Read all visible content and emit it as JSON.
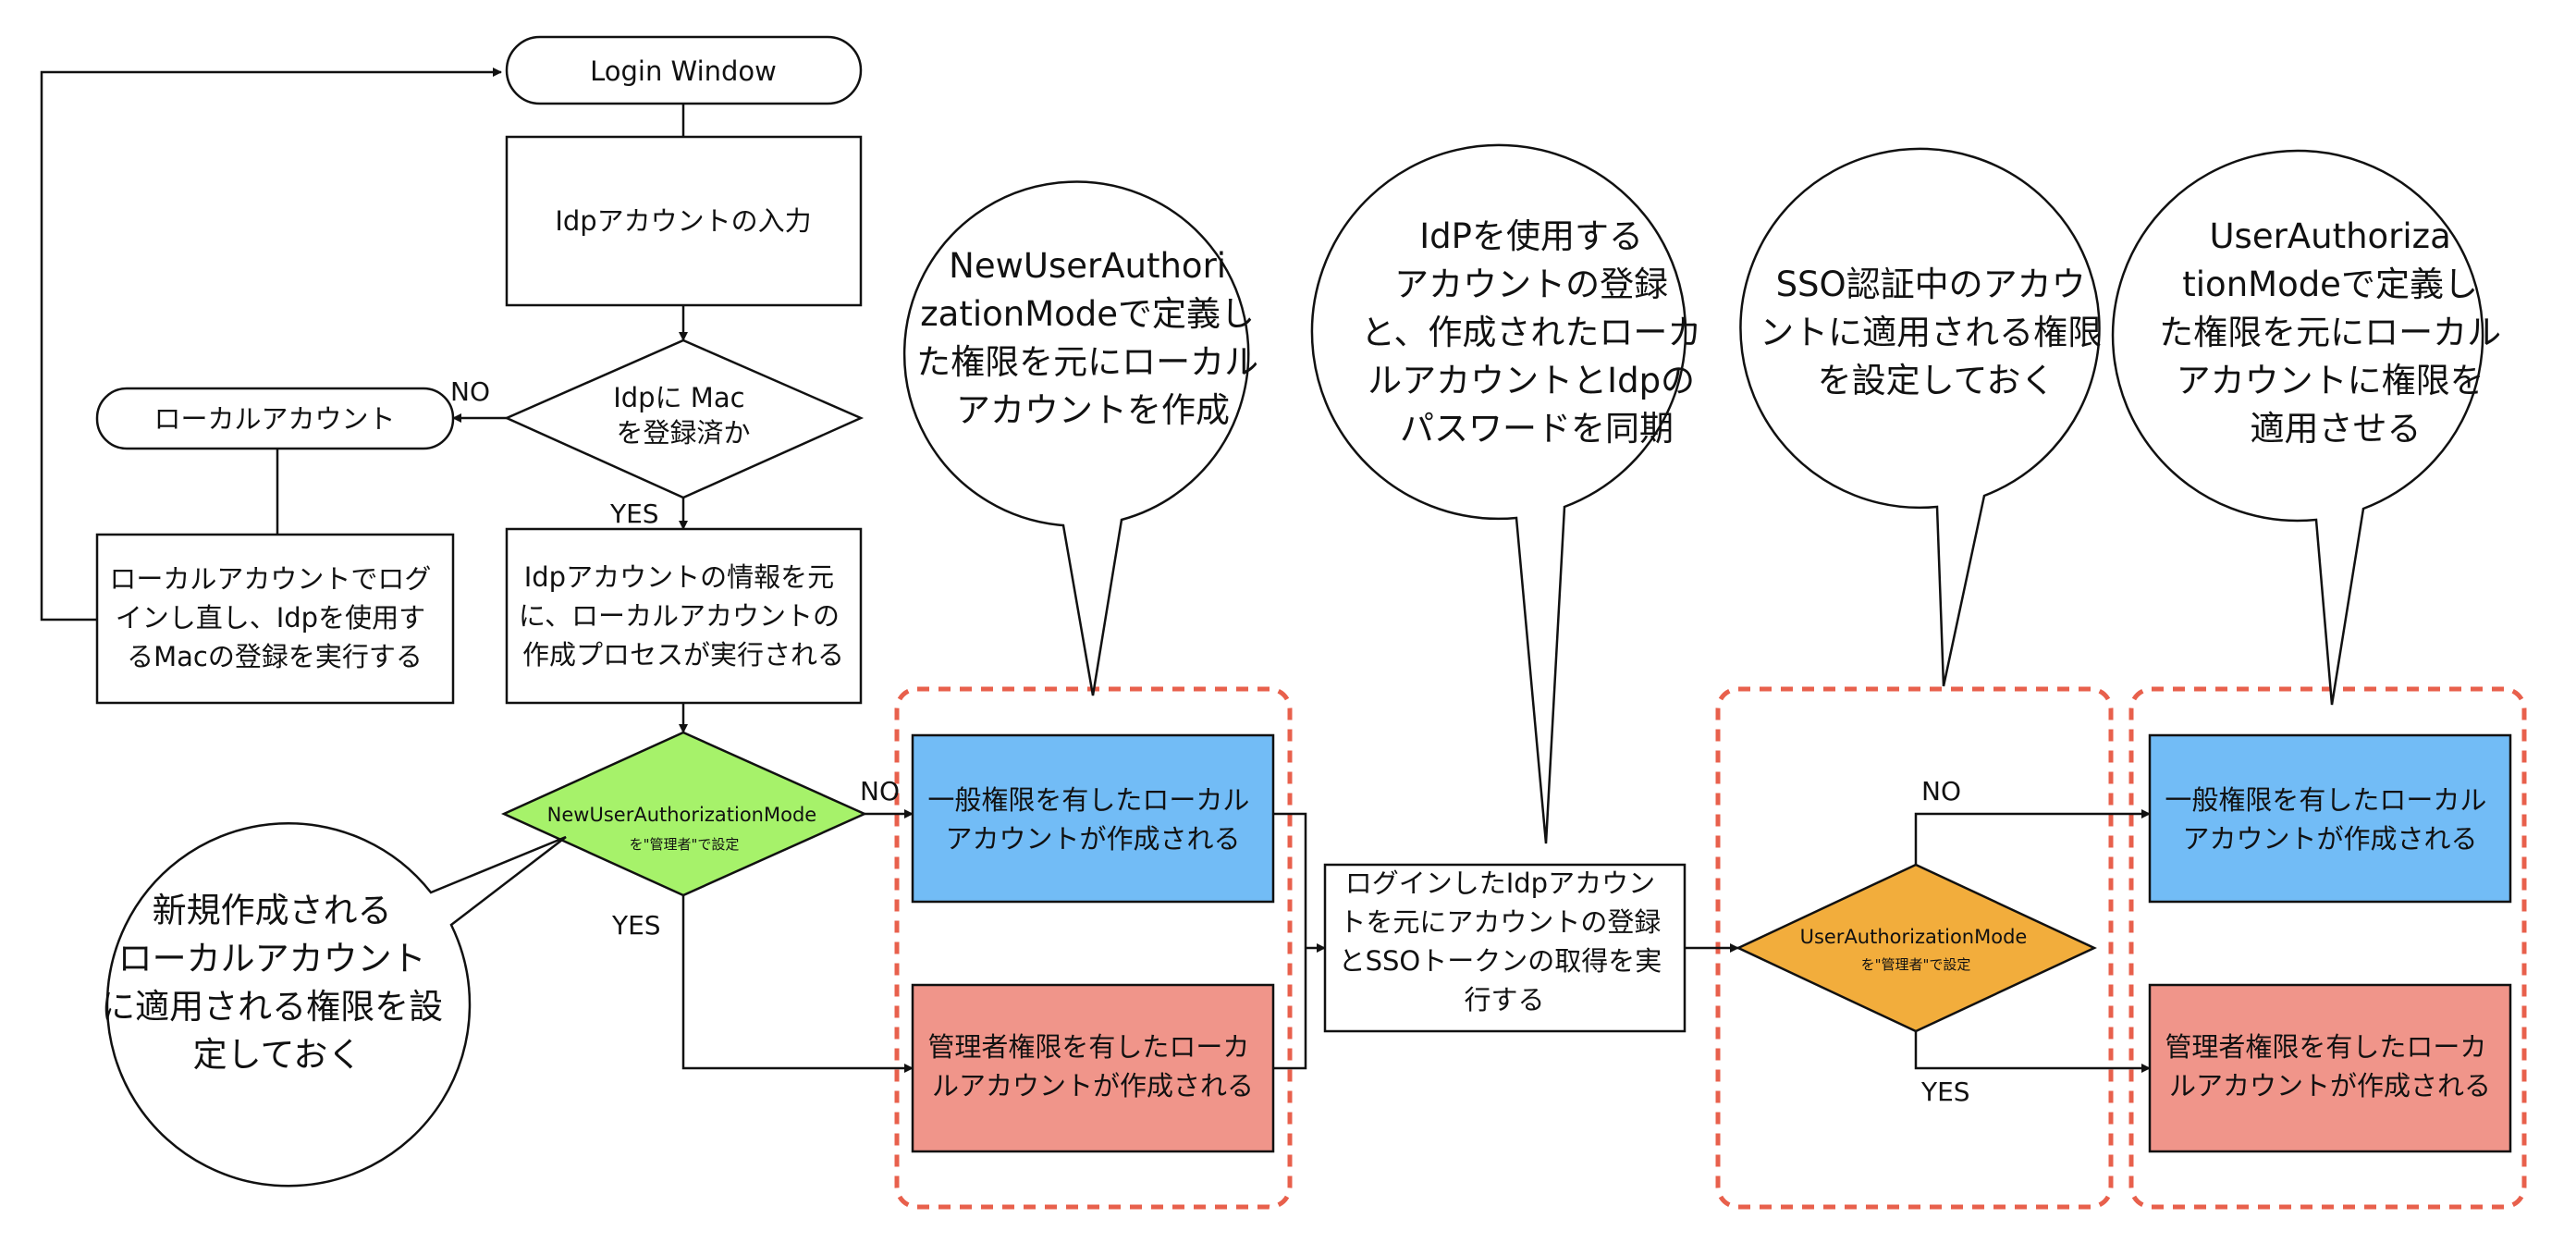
{
  "colors": {
    "general_box": "#72bcf6",
    "admin_box": "#f0958a",
    "green_diamond": "#a6f26a",
    "orange_diamond": "#f2ad3c",
    "dashed_group": "#e8604c",
    "stroke": "#111111"
  },
  "left_flow": {
    "login_window": "Login Window",
    "idp_input": "Idpアカウントの入力",
    "decision_mac": [
      "Idpに Mac",
      "を登録済か"
    ],
    "local_account": "ローカルアカウント",
    "relogin": [
      "ローカルアカウントでログ",
      "インし直し、Idpを使用す",
      "るMacの登録を実行する"
    ],
    "create_process": [
      "Idpアカウントの情報を元",
      "に、ローカルアカウントの",
      "作成プロセスが実行される"
    ],
    "decision_new_user": [
      "NewUserAuthorizationMode",
      "を\"管理者\"で設定"
    ],
    "label_no_1": "NO",
    "label_yes_1": "YES",
    "label_no_2": "NO",
    "label_yes_2": "YES"
  },
  "group1": {
    "general": [
      "一般権限を有したローカル",
      "アカウントが作成される"
    ],
    "admin": [
      "管理者権限を有したローカ",
      "ルアカウントが作成される"
    ]
  },
  "middle": {
    "register": [
      "ログインしたIdpアカウン",
      "トを元にアカウントの登録",
      "とSSOトークンの取得を実",
      "行する"
    ]
  },
  "group2": {
    "decision_user": [
      "UserAuthorizationMode",
      "を\"管理者\"で設定"
    ],
    "label_no": "NO",
    "label_yes": "YES"
  },
  "group3": {
    "general": [
      "一般権限を有したローカル",
      "アカウントが作成される"
    ],
    "admin": [
      "管理者権限を有したローカ",
      "ルアカウントが作成される"
    ]
  },
  "bubbles": {
    "bubble1": [
      "NewUserAuthori",
      "zationModeで定義し",
      "た権限を元にローカル",
      "アカウントを作成"
    ],
    "bubble2": [
      "IdPを使用する",
      "アカウントの登録",
      "と、作成されたローカ",
      "ルアカウントとIdpの",
      "パスワードを同期"
    ],
    "bubble3": [
      "SSO認証中のアカウ",
      "ントに適用される権限",
      "を設定しておく"
    ],
    "bubble4": [
      "UserAuthoriza",
      "tionModeで定義し",
      "た権限を元にローカル",
      "アカウントに権限を",
      "適用させる"
    ],
    "bubble_left": [
      "新規作成される",
      "ローカルアカウント",
      "に適用される権限を設",
      "定しておく"
    ]
  }
}
